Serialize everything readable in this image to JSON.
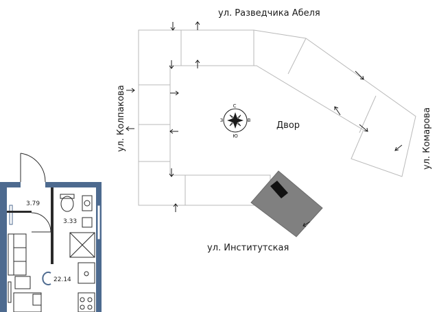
{
  "site_plan": {
    "streets": {
      "north": "ул. Разведчика Абеля",
      "west": "ул. Колпакова",
      "east": "ул. Комарова",
      "south": "ул. Институтская"
    },
    "courtyard_label": "Двор",
    "compass_letters": {
      "north": "С",
      "east": "В",
      "south": "Ю",
      "west": "З"
    },
    "colors": {
      "outline": "#b9b9b9",
      "selected_section": "#808080",
      "arrows": "#1a1a1a"
    }
  },
  "apartment": {
    "rooms": [
      {
        "id": "hall",
        "area": "3.79"
      },
      {
        "id": "bathroom",
        "area": "3.33"
      },
      {
        "id": "living",
        "area": "22.14"
      }
    ],
    "colors": {
      "walls": "#4d6a8f"
    }
  }
}
